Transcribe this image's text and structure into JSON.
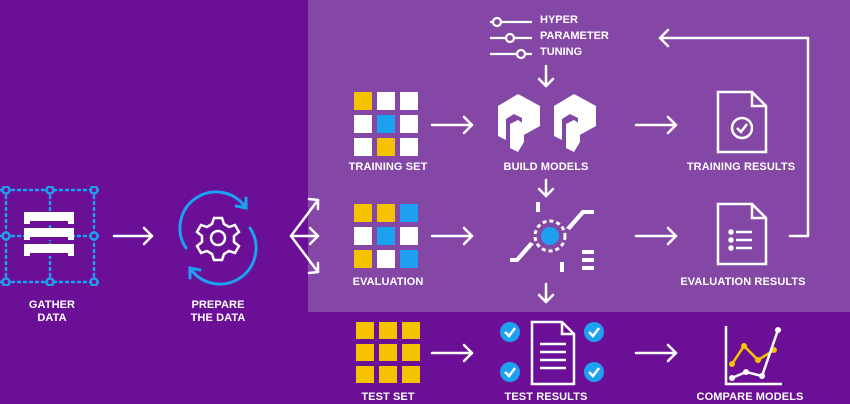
{
  "stages": {
    "gather": {
      "line1": "GATHER",
      "line2": "DATA"
    },
    "prepare": {
      "line1": "PREPARE",
      "line2": "THE DATA"
    }
  },
  "tuning": {
    "line1": "HYPER",
    "line2": "PARAMETER",
    "line3": "TUNING"
  },
  "labels": {
    "training_set": "TRAINING SET",
    "build_models": "BUILD MODELS",
    "training_results": "TRAINING RESULTS",
    "evaluation": "EVALUATION",
    "evaluation_results": "EVALUATION RESULTS",
    "test_set": "TEST SET",
    "test_results": "TEST RESULTS",
    "compare_models": "COMPARE MODELS"
  },
  "colors": {
    "background": "#6a0f96",
    "panel": "#8547a6",
    "yellow": "#f5c200",
    "blue": "#1ea0f0",
    "white": "#ffffff"
  },
  "icons": [
    "server-grid-icon",
    "gear-cycle-icon",
    "grid-icon",
    "models-icon",
    "document-check-icon",
    "evaluation-hub-icon",
    "document-list-icon",
    "test-results-icon",
    "line-chart-icon",
    "sliders-icon"
  ]
}
